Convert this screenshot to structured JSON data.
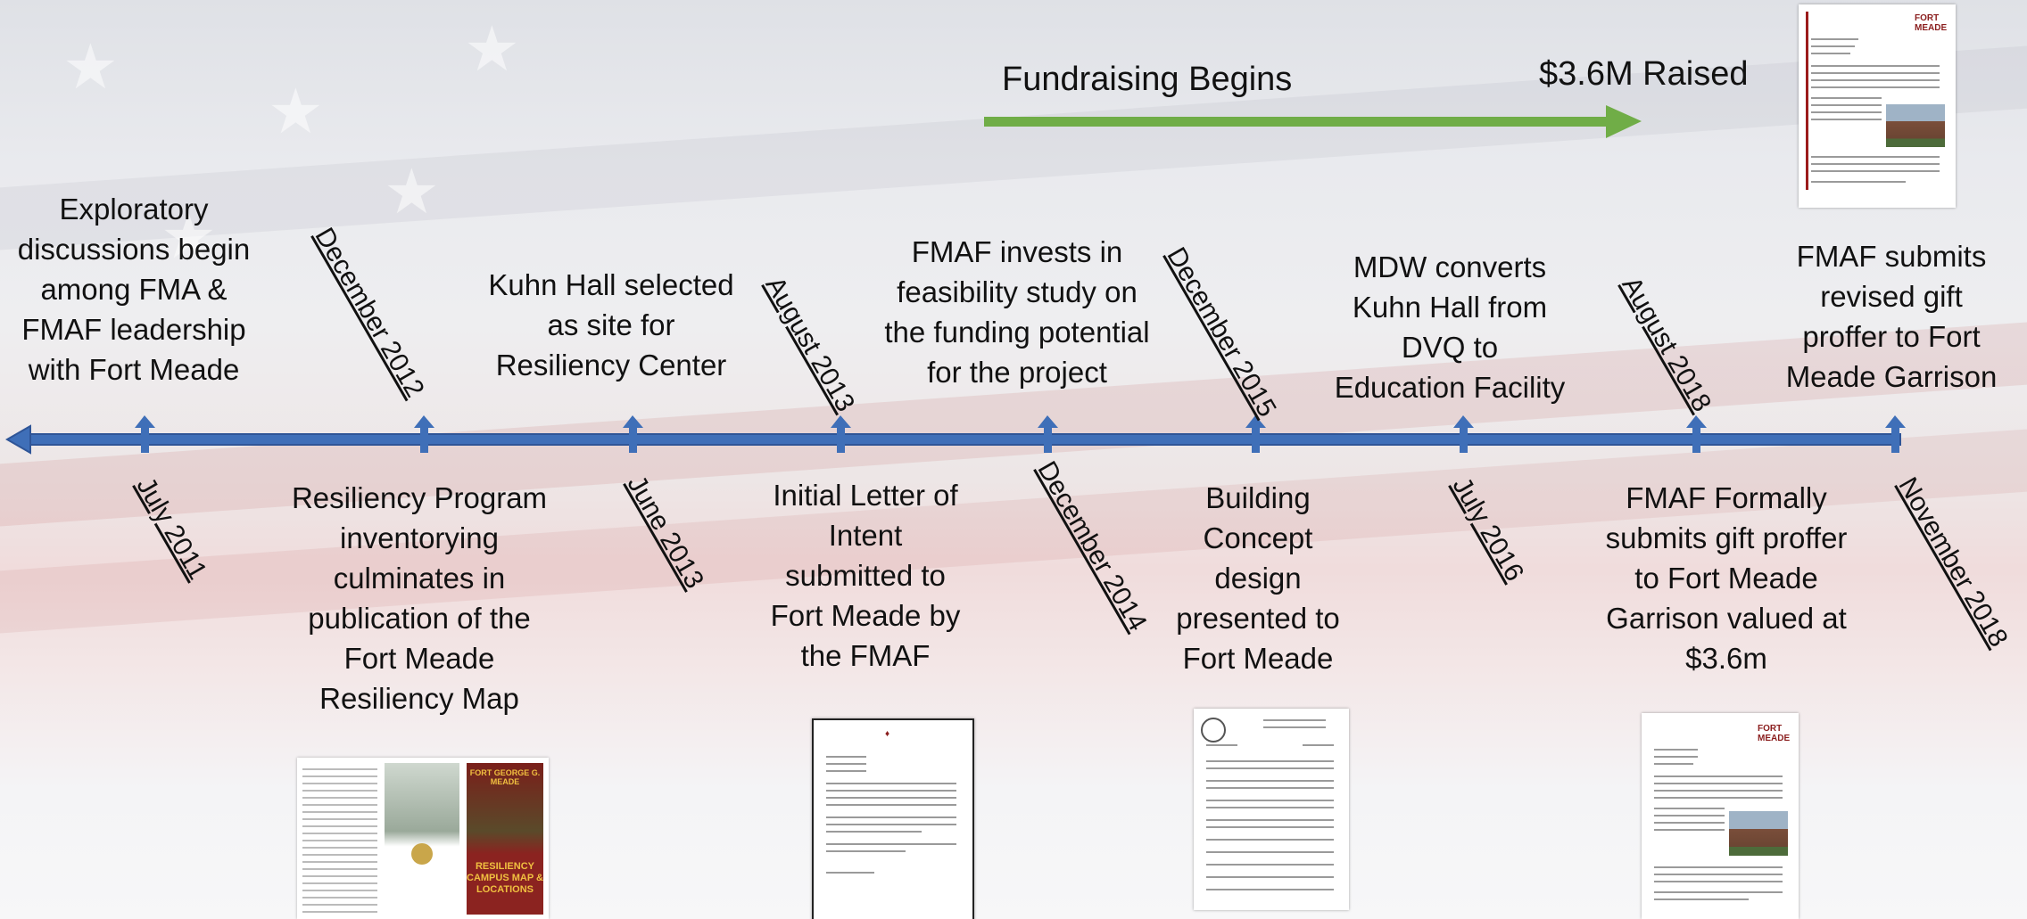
{
  "fundraising": {
    "start_label": "Fundraising Begins",
    "end_label": "$3.6M Raised"
  },
  "events_above": [
    {
      "line1": "Exploratory",
      "line2": "discussions begin",
      "line3": "among FMA &",
      "line4": "FMAF leadership",
      "line5": "with Fort Meade"
    },
    {
      "line1": "Kuhn Hall selected",
      "line2": "as site for",
      "line3": "Resiliency Center"
    },
    {
      "line1": "FMAF invests in",
      "line2": "feasibility study on",
      "line3": "the funding potential",
      "line4": "for the project"
    },
    {
      "line1": "MDW converts",
      "line2": "Kuhn Hall from",
      "line3": "DVQ to",
      "line4": "Education Facility"
    },
    {
      "line1": "FMAF submits",
      "line2": "revised gift",
      "line3": "proffer to Fort",
      "line4": "Meade Garrison"
    }
  ],
  "events_below": [
    {
      "line1": "Resiliency Program",
      "line2": "inventorying",
      "line3": "culminates in",
      "line4": "publication of the",
      "line5": "Fort Meade",
      "line6": "Resiliency Map"
    },
    {
      "line1": "Initial Letter of",
      "line2": "Intent",
      "line3": "submitted to",
      "line4": "Fort Meade by",
      "line5": "the FMAF"
    },
    {
      "line1": "Building",
      "line2": "Concept",
      "line3": "design",
      "line4": "presented to",
      "line5": "Fort Meade"
    },
    {
      "line1": "FMAF Formally",
      "line2": "submits gift proffer",
      "line3": "to Fort Meade",
      "line4": "Garrison valued at",
      "line5": "$3.6m"
    }
  ],
  "dates_above": [
    "December 2012",
    "August 2013",
    "December 2015",
    "August 2018"
  ],
  "dates_below": [
    "July 2011",
    "June 2013",
    "December 2014",
    "July 2016",
    "November 2018"
  ],
  "thumbnail": {
    "map_cover_title": "FORT GEORGE G. MEADE",
    "map_cover_subtitle": "RESILIENCY CAMPUS MAP & LOCATIONS"
  },
  "colors": {
    "timeline_blue": "#3f6fb8",
    "fundraising_green": "#70ad47"
  }
}
